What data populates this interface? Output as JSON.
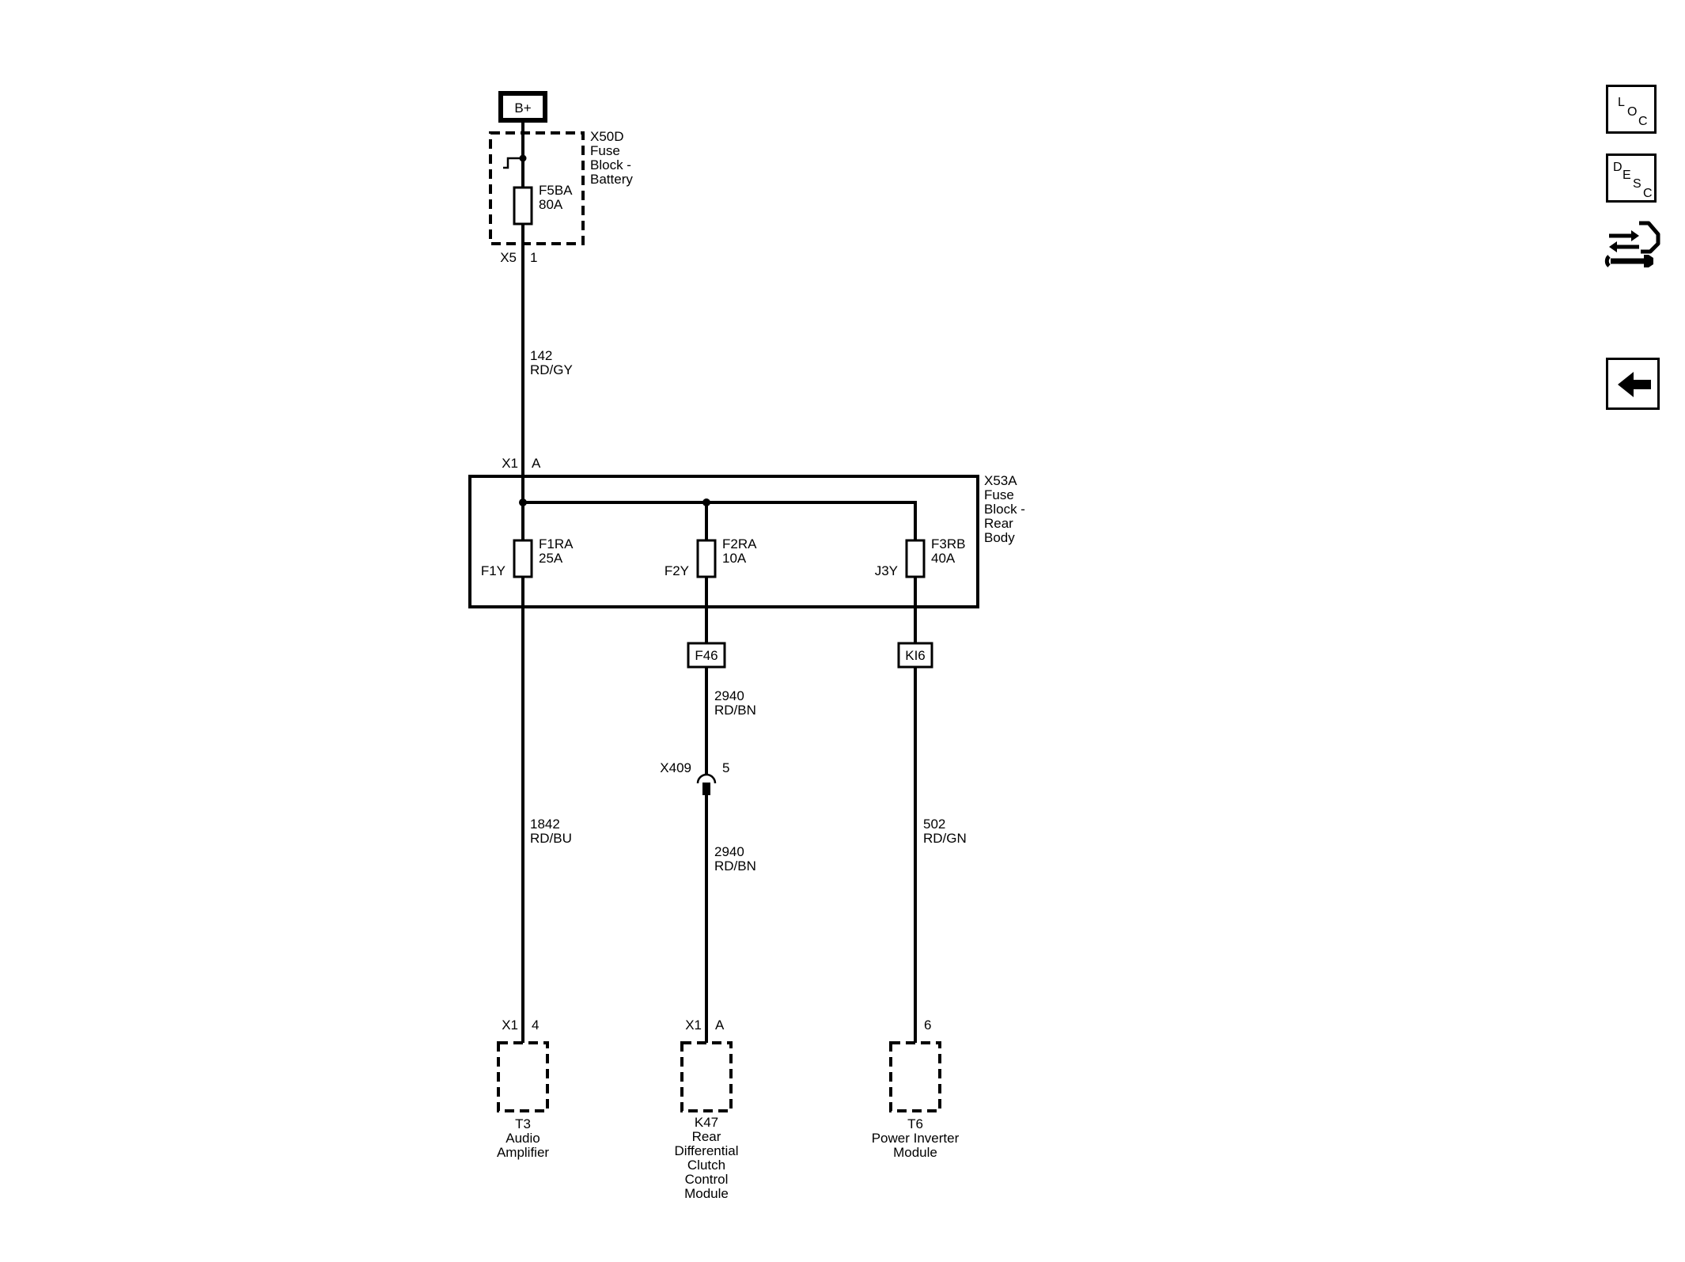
{
  "power": {
    "label": "B+"
  },
  "fuse_block_battery": {
    "id": "X50D",
    "name_lines": [
      "Fuse",
      "Block -",
      "Battery"
    ],
    "fuse": {
      "id": "F5BA",
      "rating": "80A"
    },
    "connector": {
      "id": "X5",
      "pin": "1"
    }
  },
  "wire_142": {
    "circuit": "142",
    "color": "RD/GY"
  },
  "fuse_block_rear": {
    "id": "X53A",
    "name_lines": [
      "Fuse",
      "Block -",
      "Rear",
      "Body"
    ],
    "connector": {
      "id": "X1",
      "pin": "A"
    },
    "fuses": [
      {
        "id": "F1RA",
        "rating": "25A",
        "terminal": "F1Y"
      },
      {
        "id": "F2RA",
        "rating": "10A",
        "terminal": "F2Y"
      },
      {
        "id": "F3RB",
        "rating": "40A",
        "terminal": "J3Y"
      }
    ]
  },
  "inline_connectors": {
    "f46": "F46",
    "ki6": "KI6"
  },
  "wires": {
    "w2940_upper": {
      "circuit": "2940",
      "color": "RD/BN"
    },
    "w2940_lower": {
      "circuit": "2940",
      "color": "RD/BN"
    },
    "w1842": {
      "circuit": "1842",
      "color": "RD/BU"
    },
    "w502": {
      "circuit": "502",
      "color": "RD/GN"
    }
  },
  "splice": {
    "id": "X409",
    "pin": "5"
  },
  "modules": {
    "t3": {
      "connector": "X1",
      "pin": "4",
      "name_lines": [
        "T3",
        "Audio",
        "Amplifier"
      ]
    },
    "k47": {
      "connector": "X1",
      "pin": "A",
      "name_lines": [
        "K47",
        "Rear",
        "Differential",
        "Clutch",
        "Control",
        "Module"
      ]
    },
    "t6": {
      "pin": "6",
      "name_lines": [
        "T6",
        "Power Inverter",
        "Module"
      ]
    }
  },
  "sidebar": {
    "loc": {
      "letters": [
        "L",
        "O",
        "C"
      ]
    },
    "desc": {
      "letters": [
        "D",
        "E",
        "S",
        "C"
      ]
    }
  },
  "colors": {
    "ink": "#000000",
    "background": "#ffffff"
  }
}
